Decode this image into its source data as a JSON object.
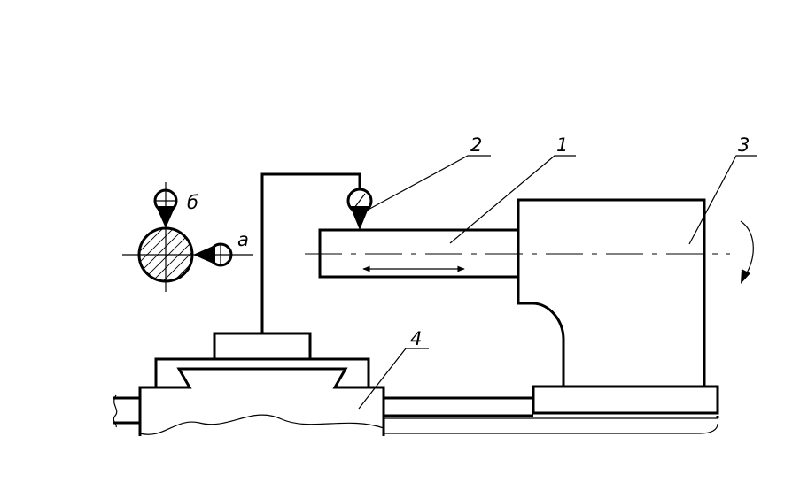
{
  "callouts": [
    {
      "id": "1",
      "label": "1"
    },
    {
      "id": "2",
      "label": "2"
    },
    {
      "id": "3",
      "label": "3"
    },
    {
      "id": "4",
      "label": "4"
    }
  ],
  "positions": [
    {
      "id": "a",
      "label": "а"
    },
    {
      "id": "b",
      "label": "б"
    }
  ],
  "colors": {
    "line": "#000000",
    "background": "#ffffff"
  }
}
